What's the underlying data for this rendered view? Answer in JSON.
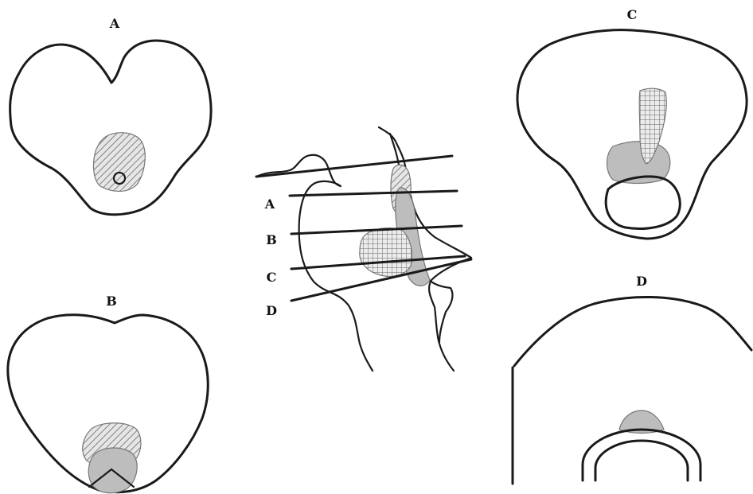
{
  "panels": {
    "a": {
      "label": "A"
    },
    "b": {
      "label": "B"
    },
    "c": {
      "label": "C"
    },
    "d": {
      "label": "D"
    }
  },
  "sagittal": {
    "levels": [
      "A",
      "B",
      "C",
      "D"
    ]
  },
  "colors": {
    "outline": "#1a1a1a",
    "grey_region": "#bdbdbd",
    "pattern_stroke": "#777777"
  }
}
